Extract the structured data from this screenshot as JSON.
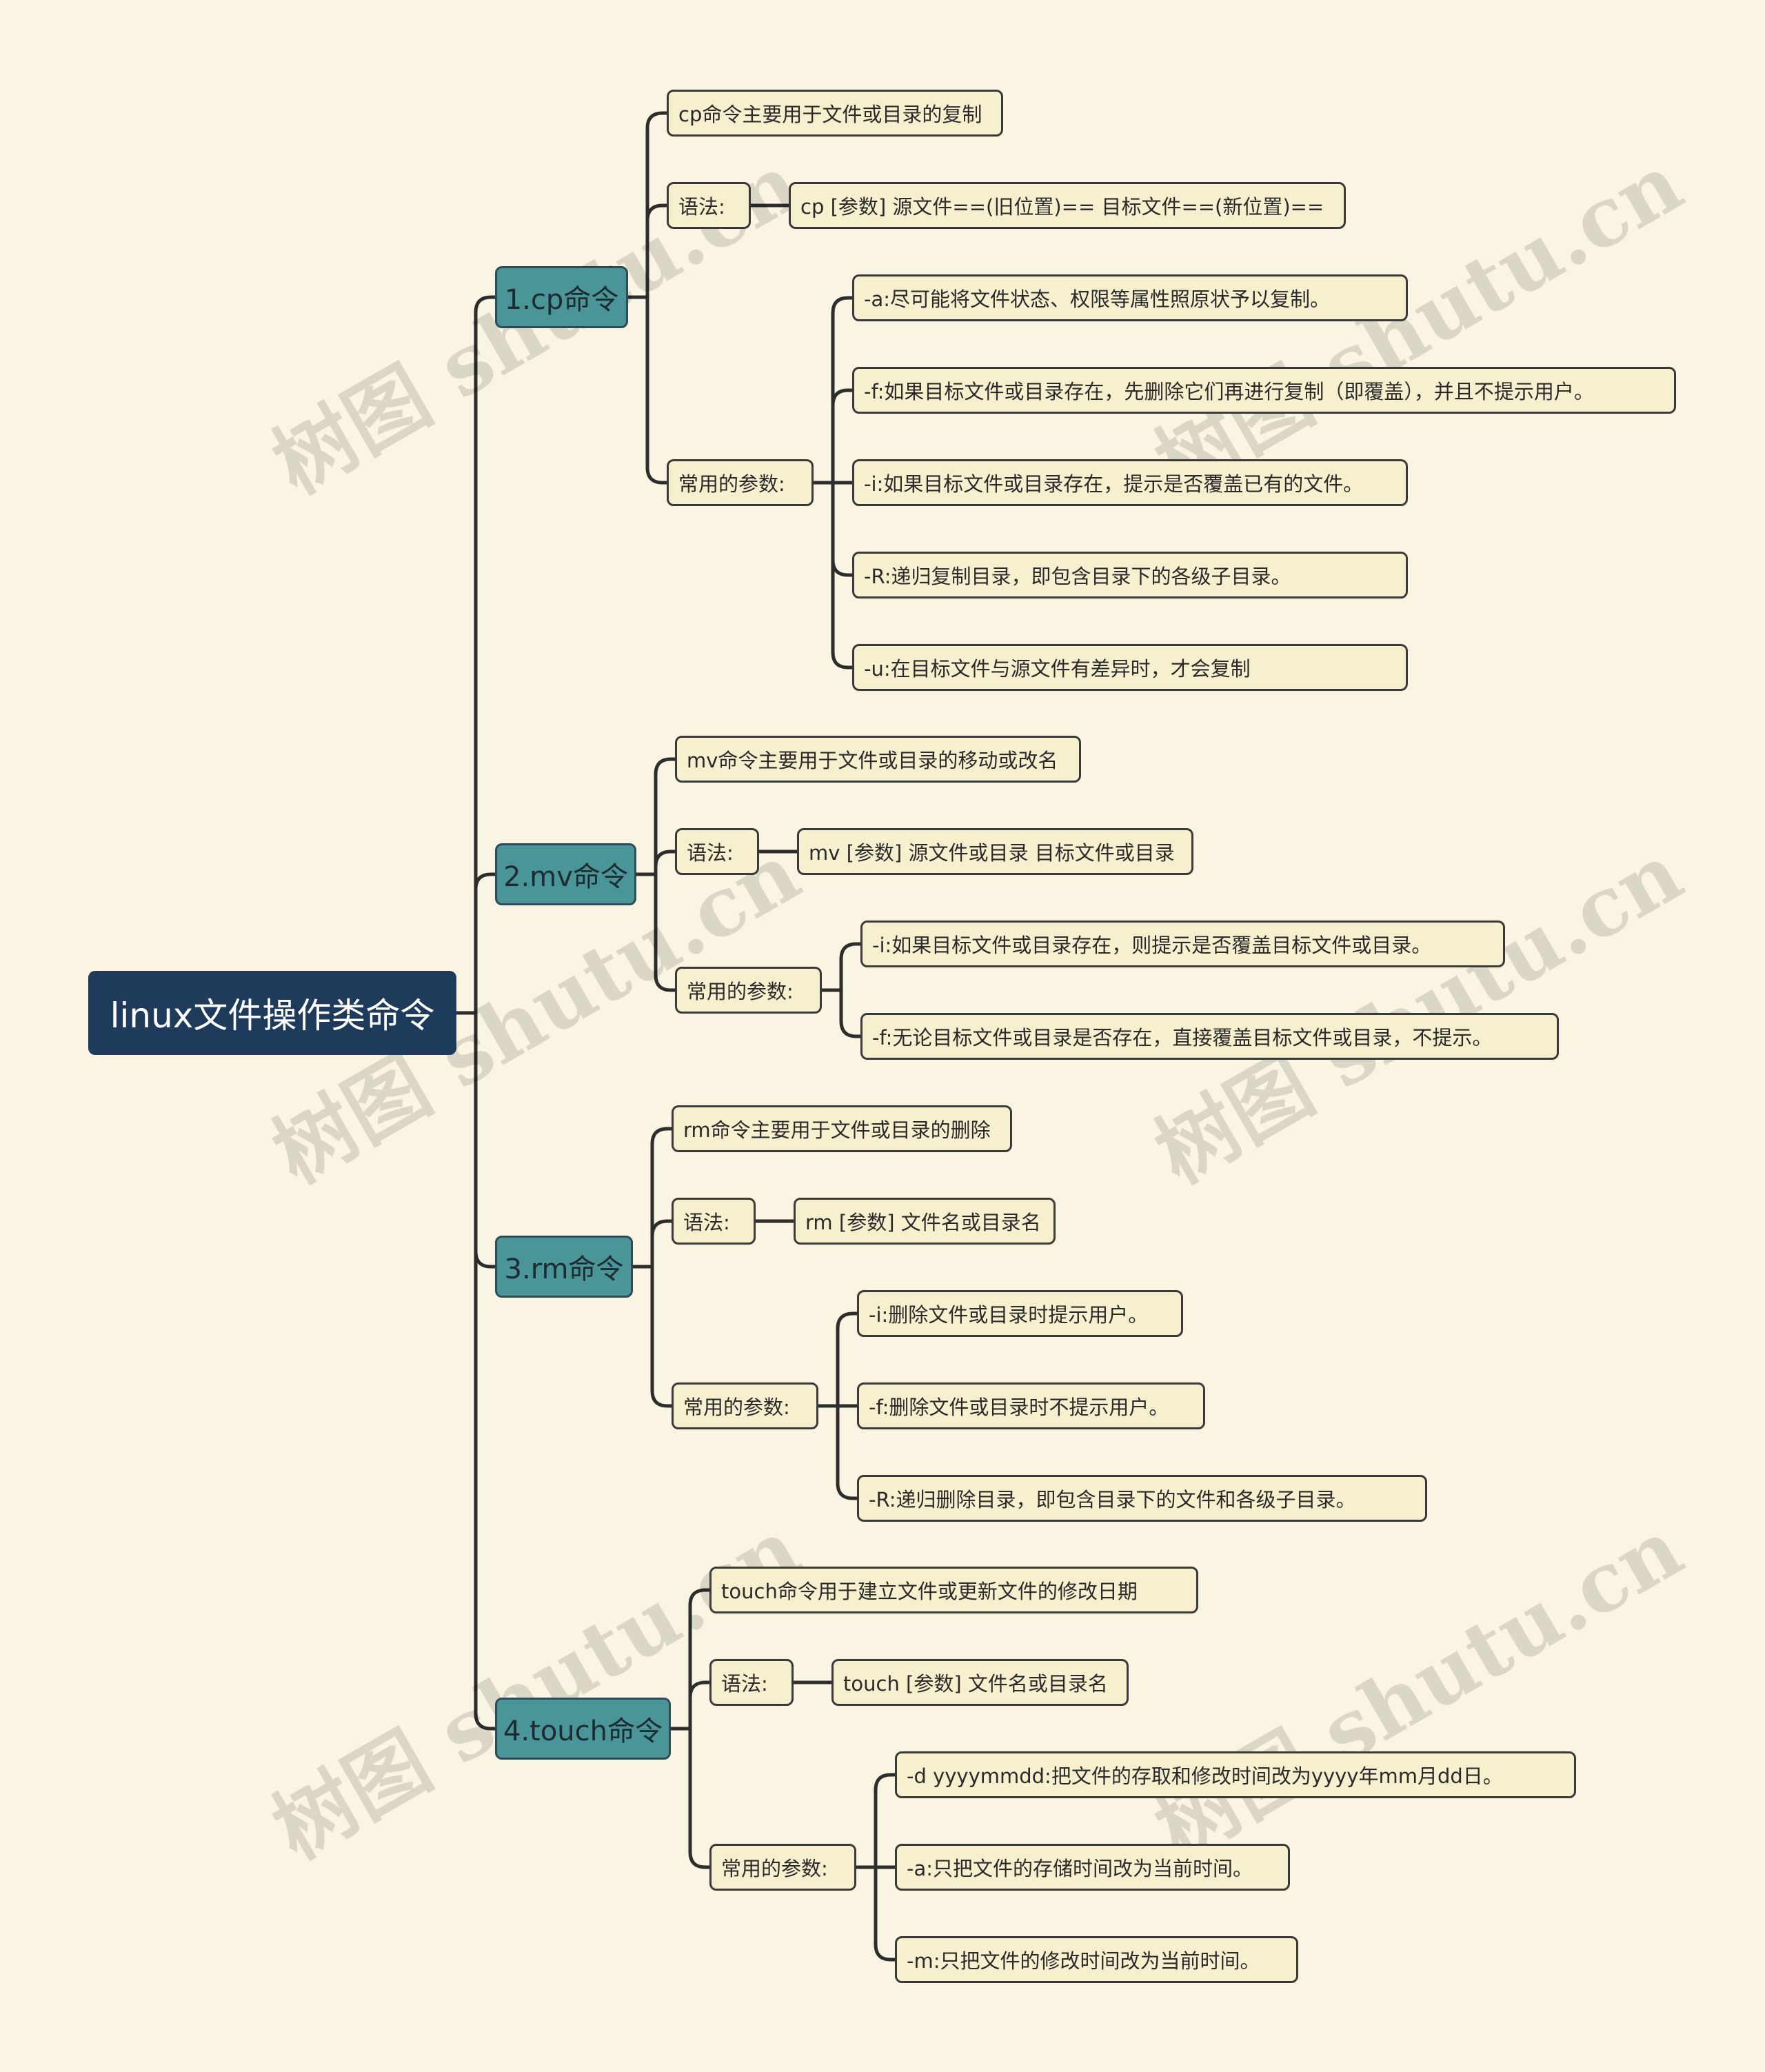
{
  "root": {
    "title": "linux文件操作类命令"
  },
  "watermark": "树图 shutu.cn",
  "colors": {
    "background": "#faf5e2",
    "root": "#1f3b5c",
    "branch": "#4a9597",
    "leaf": "#f7f0cf",
    "line": "#2d2d2d"
  },
  "branches": [
    {
      "label": "1.cp命令",
      "desc": "cp命令主要用于文件或目录的复制",
      "syntax_label": "语法:",
      "syntax": "cp [参数] 源文件==(旧位置)== 目标文件==(新位置)==",
      "params_label": "常用的参数:",
      "params": [
        "-a:尽可能将文件状态、权限等属性照原状予以复制。",
        "-f:如果目标文件或目录存在，先删除它们再进行复制（即覆盖），并且不提示用户。",
        "-i:如果目标文件或目录存在，提示是否覆盖已有的文件。",
        "-R:递归复制目录，即包含目录下的各级子目录。",
        "-u:在目标文件与源文件有差异时，才会复制"
      ]
    },
    {
      "label": "2.mv命令",
      "desc": "mv命令主要用于文件或目录的移动或改名",
      "syntax_label": "语法:",
      "syntax": "mv [参数] 源文件或目录 目标文件或目录",
      "params_label": "常用的参数:",
      "params": [
        "-i:如果目标文件或目录存在，则提示是否覆盖目标文件或目录。",
        "-f:无论目标文件或目录是否存在，直接覆盖目标文件或目录，不提示。"
      ]
    },
    {
      "label": "3.rm命令",
      "desc": "rm命令主要用于文件或目录的删除",
      "syntax_label": "语法:",
      "syntax": "rm [参数] 文件名或目录名",
      "params_label": "常用的参数:",
      "params": [
        "-i:删除文件或目录时提示用户。",
        "-f:删除文件或目录时不提示用户。",
        "-R:递归删除目录，即包含目录下的文件和各级子目录。"
      ]
    },
    {
      "label": "4.touch命令",
      "desc": "touch命令用于建立文件或更新文件的修改日期",
      "syntax_label": "语法:",
      "syntax": "touch [参数] 文件名或目录名",
      "params_label": "常用的参数:",
      "params": [
        "-d yyyymmdd:把文件的存取和修改时间改为yyyy年mm月dd日。",
        "-a:只把文件的存储时间改为当前时间。",
        "-m:只把文件的修改时间改为当前时间。"
      ]
    }
  ]
}
